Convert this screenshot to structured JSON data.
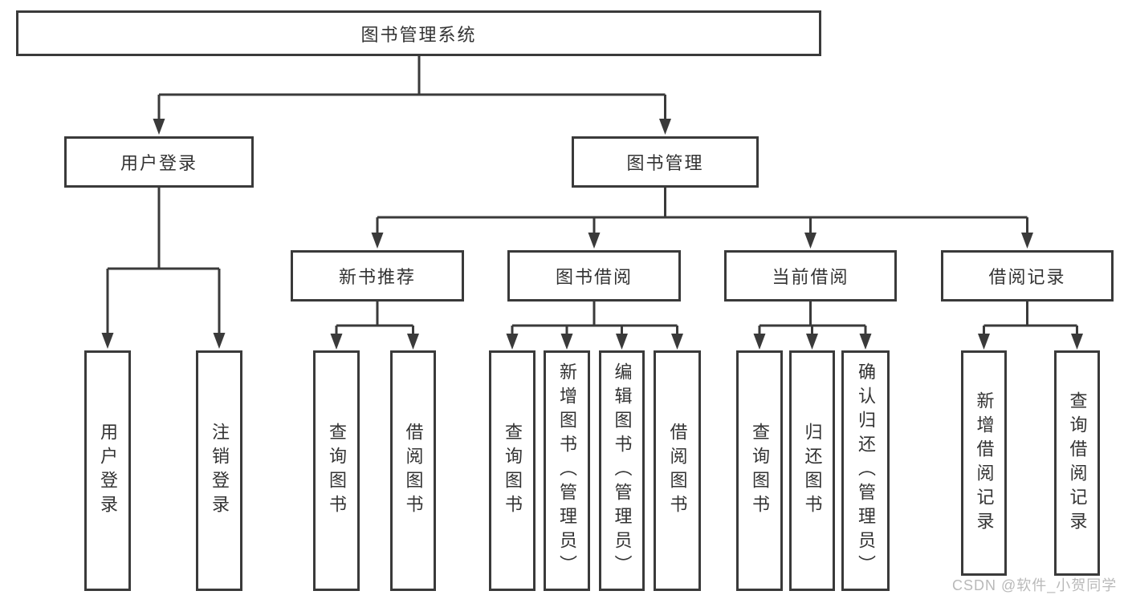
{
  "tree": {
    "label": "图书管理系统",
    "children": [
      {
        "label": "用户登录",
        "children": [
          {
            "label": "用户登录"
          },
          {
            "label": "注销登录"
          }
        ]
      },
      {
        "label": "图书管理",
        "children": [
          {
            "label": "新书推荐",
            "children": [
              {
                "label": "查询图书"
              },
              {
                "label": "借阅图书"
              }
            ]
          },
          {
            "label": "图书借阅",
            "children": [
              {
                "label": "查询图书"
              },
              {
                "label": "新增图书（管理员）"
              },
              {
                "label": "编辑图书（管理员）"
              },
              {
                "label": "借阅图书"
              }
            ]
          },
          {
            "label": "当前借阅",
            "children": [
              {
                "label": "查询图书"
              },
              {
                "label": "归还图书"
              },
              {
                "label": "确认归还（管理员）"
              }
            ]
          },
          {
            "label": "借阅记录",
            "children": [
              {
                "label": "新增借阅记录"
              },
              {
                "label": "查询借阅记录"
              }
            ]
          }
        ]
      }
    ]
  },
  "watermark": {
    "text": "CSDN @软件_小贺同学"
  },
  "colors": {
    "line": "#3a3a3a",
    "text": "#333333",
    "box_background": "#ffffff",
    "watermark": "#b9b9b9",
    "page_background": "#ffffff"
  }
}
